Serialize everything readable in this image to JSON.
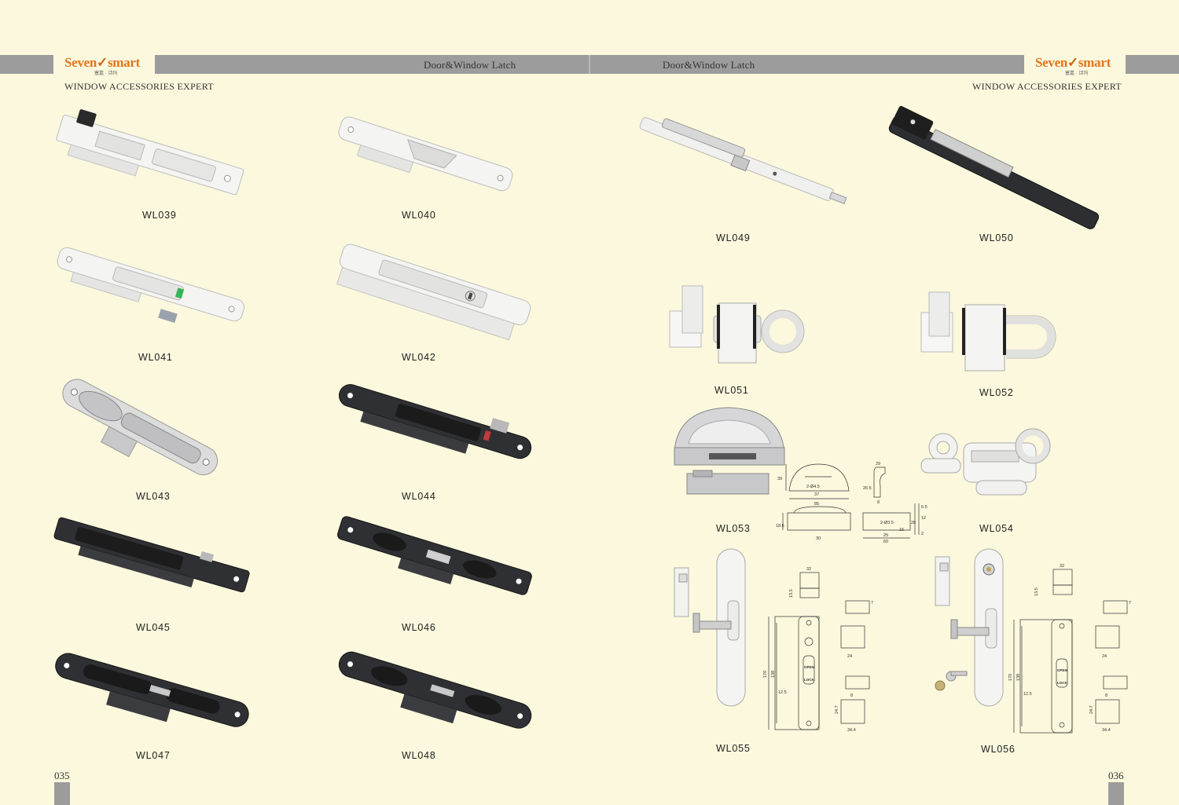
{
  "header": {
    "section_title": "Door&Window Latch",
    "brand_left": "Seven",
    "brand_right": "smart",
    "brand_sub": "塞嘉 · 诗玛",
    "tagline": "WINDOW ACCESSORIES EXPERT"
  },
  "pages": {
    "left_number": "035",
    "right_number": "036"
  },
  "products": {
    "wl039": "WL039",
    "wl040": "WL040",
    "wl041": "WL041",
    "wl042": "WL042",
    "wl043": "WL043",
    "wl044": "WL044",
    "wl045": "WL045",
    "wl046": "WL046",
    "wl047": "WL047",
    "wl048": "WL048",
    "wl049": "WL049",
    "wl050": "WL050",
    "wl051": "WL051",
    "wl052": "WL052",
    "wl053": "WL053",
    "wl054": "WL054",
    "wl055": "WL055",
    "wl056": "WL056"
  },
  "drawings": {
    "wl053": {
      "d1": "39",
      "d2": "2-Ø4.5",
      "d3": "37",
      "d4": "85",
      "d5": "29",
      "d6": "26.5",
      "d7": "8",
      "d8": "18.5",
      "d9": "30",
      "d10": "2-Ø3.5",
      "d11": "28",
      "d12": "16",
      "d13": "25",
      "d14": "60",
      "d15": "6.5",
      "d16": "12",
      "d17": "2"
    },
    "wl055": {
      "d1": "32",
      "d2": "13.5",
      "d3": "170",
      "d4": "138",
      "d5": "12.5",
      "d6": "34.4",
      "d7": "24.7",
      "d8": "24",
      "d9": "7",
      "d10": "8",
      "open": "OPEN",
      "lock": "LOCK"
    },
    "wl056": {
      "d1": "32",
      "d2": "13.5",
      "d3": "170",
      "d4": "138",
      "d5": "12.5",
      "d6": "34.4",
      "d7": "24.7",
      "d8": "24",
      "d9": "7",
      "d10": "8",
      "open": "OPEN",
      "lock": "LOCK"
    }
  },
  "colors": {
    "page_bg": "#fbf8dd",
    "band": "#9c9c9c",
    "brand_orange": "#e0751c",
    "part_white": "#f2f2f0",
    "part_black": "#2e2f32"
  }
}
